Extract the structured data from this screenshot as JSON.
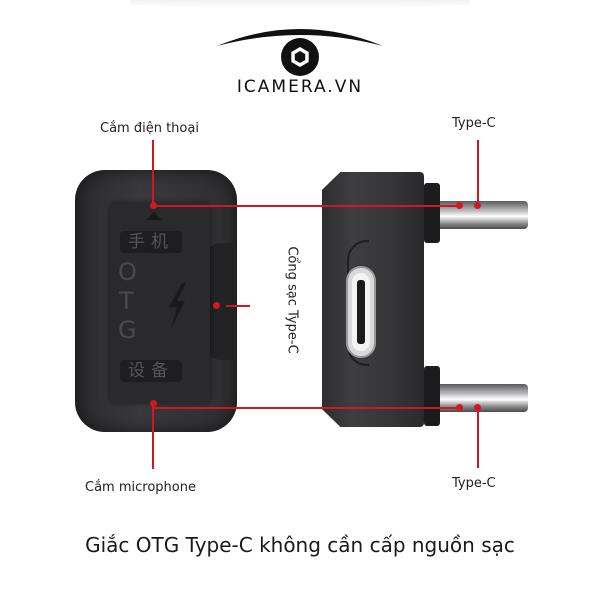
{
  "brand": {
    "logo_text": "ICAMERA.VN",
    "logo_icon": "camera-aperture-icon"
  },
  "labels": {
    "phone_plug": "Cắm điện thoại",
    "mic_plug": "Cắm microphone",
    "type_c_top": "Type-C",
    "type_c_bottom": "Type-C",
    "charging_port": "Cổng sạc Type-C"
  },
  "device": {
    "front_top_chinese": "手机",
    "otg_letters": [
      "O",
      "T",
      "G"
    ],
    "front_bottom_chinese": "设备",
    "bolt_icon": "lightning-bolt-icon"
  },
  "caption": "Giắc OTG Type-C không cần cấp nguồn sạc",
  "colors": {
    "annotation_red": "#d4161e",
    "device_body": "#2e2e30",
    "background": "#ffffff"
  }
}
